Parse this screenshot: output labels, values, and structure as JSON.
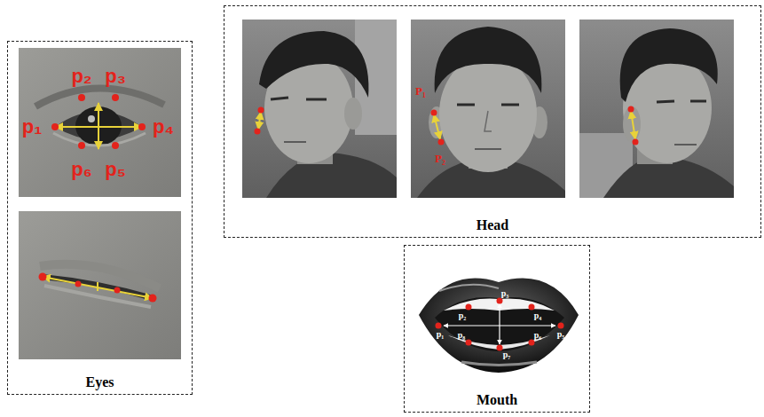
{
  "diagram": {
    "nodes": [
      {
        "text": [
          "Eyes"
        ]
      },
      {
        "text": [
          "Head"
        ]
      },
      {
        "text": [
          "Mouth"
        ]
      }
    ],
    "labels": [
      "p₁",
      "p₂",
      "p₃",
      "p₄",
      "p₆",
      "p₅",
      "P₁",
      "P₂",
      "p₁",
      "p₂",
      "p₃",
      "p₄",
      "p₅",
      "p₆",
      "p₇",
      "p₈"
    ]
  }
}
